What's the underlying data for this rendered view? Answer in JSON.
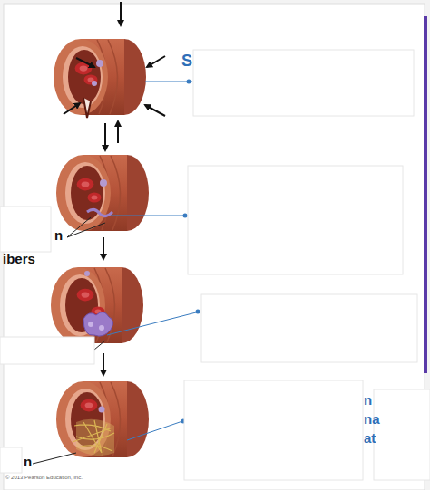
{
  "diagram": {
    "labels": [
      "S",
      "n",
      "ibers",
      "n",
      "n",
      "na",
      "at",
      "© 2013 Pearson Education, Inc."
    ]
  }
}
